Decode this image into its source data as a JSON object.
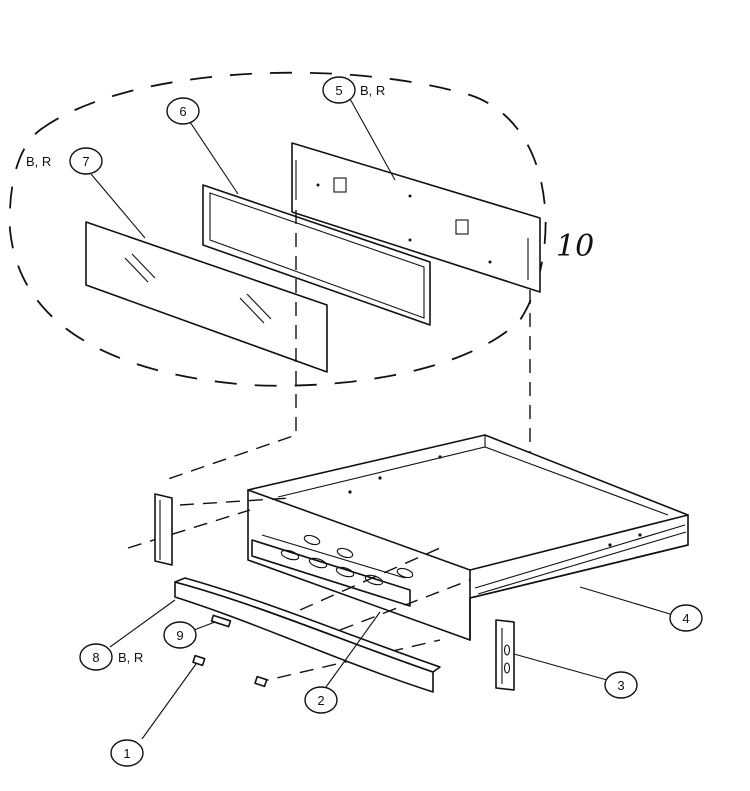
{
  "callouts": [
    {
      "id": "1",
      "suffix": ""
    },
    {
      "id": "2",
      "suffix": ""
    },
    {
      "id": "3",
      "suffix": ""
    },
    {
      "id": "4",
      "suffix": ""
    },
    {
      "id": "5",
      "suffix": "B, R"
    },
    {
      "id": "6",
      "suffix": ""
    },
    {
      "id": "7",
      "suffix": "B, R"
    },
    {
      "id": "8",
      "suffix": "B, R"
    },
    {
      "id": "9",
      "suffix": ""
    }
  ],
  "group_label": "10"
}
